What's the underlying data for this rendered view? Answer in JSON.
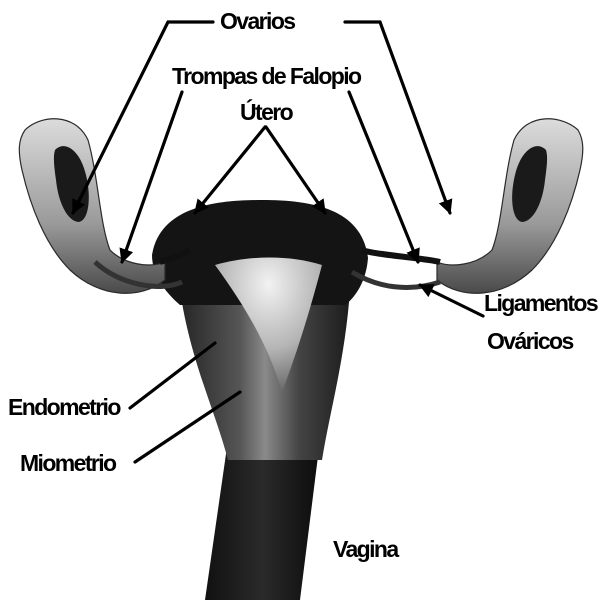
{
  "labels": {
    "ovarios": "Ovarios",
    "trompas": "Trompas de Falopio",
    "utero": "Útero",
    "ligamentos_line1": "Ligamentos",
    "ligamentos_line2": "Ováricos",
    "endometrio": "Endometrio",
    "miometrio": "Miometrio",
    "vagina": "Vagina"
  }
}
